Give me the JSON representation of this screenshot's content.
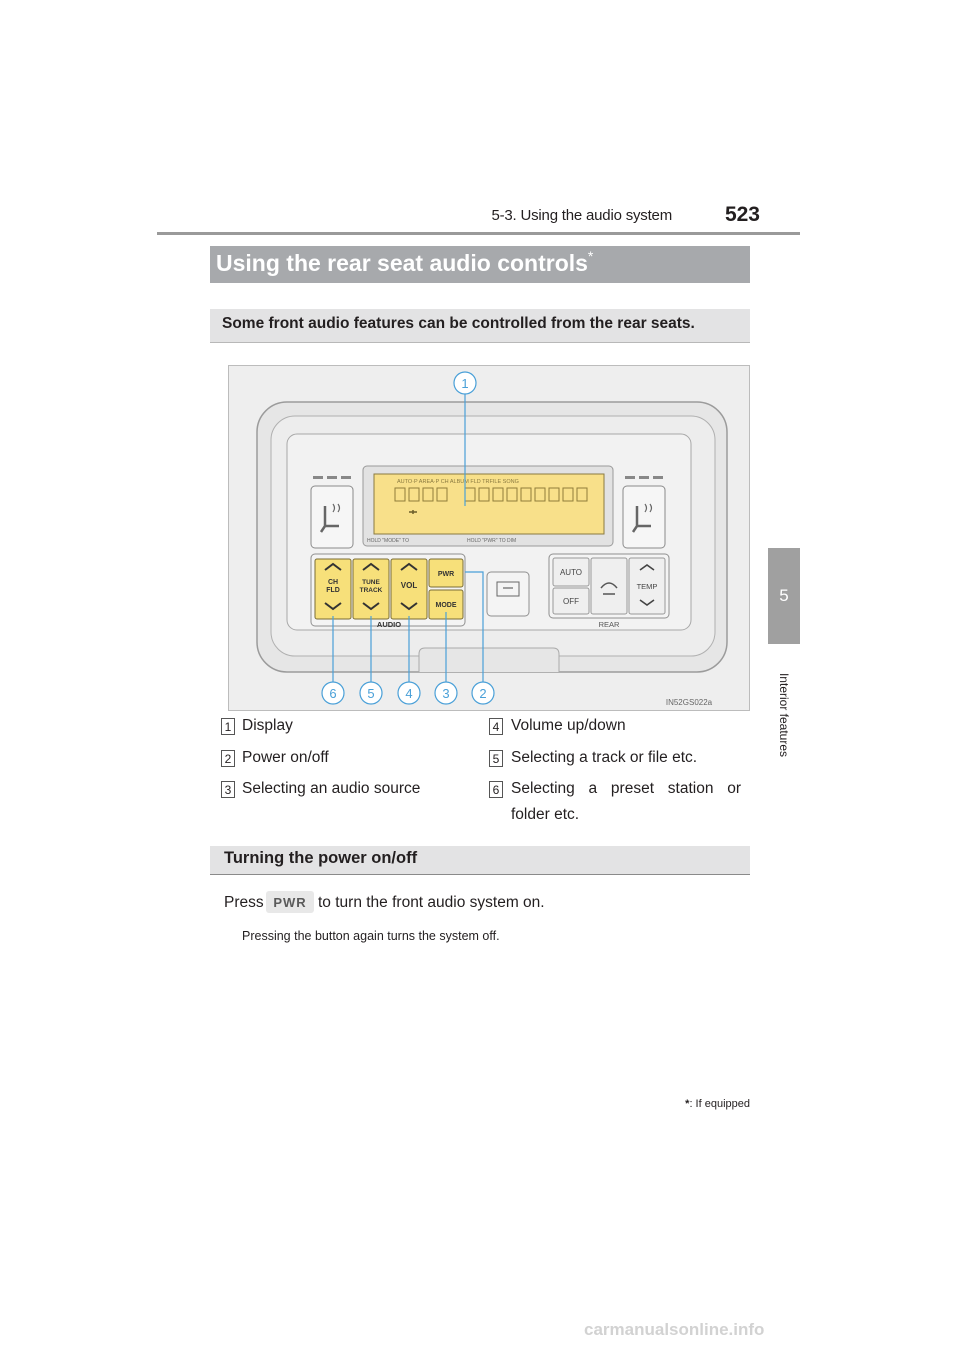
{
  "header": {
    "section": "5-3. Using the audio system",
    "page_number": "523"
  },
  "side_tab": {
    "number": "5",
    "label": "Interior features"
  },
  "title": {
    "text": "Using the rear seat audio controls",
    "marker": "*"
  },
  "intro": "Some front audio features can be controlled from the rear seats.",
  "figure": {
    "display_top": "AUTO·P AREA·P CH ALBUM FLD TRFILE SONG",
    "display_hint_left": "HOLD \"MODE\" TO",
    "display_hint_right": "HOLD \"PWR\" TO  DIM",
    "btn_ch": "CH",
    "btn_fld": "FLD",
    "btn_tune": "TUNE",
    "btn_track": "TRACK",
    "btn_vol": "VOL",
    "btn_pwr": "PWR",
    "btn_mode": "MODE",
    "btn_auto": "AUTO",
    "btn_off": "OFF",
    "btn_temp": "TEMP",
    "label_audio": "AUDIO",
    "label_rear": "REAR",
    "callout_top": "1",
    "callouts_bottom": [
      "6",
      "5",
      "4",
      "3",
      "2"
    ],
    "code": "IN52GS022a"
  },
  "legend": [
    {
      "num": "1",
      "text": "Display"
    },
    {
      "num": "2",
      "text": "Power on/off"
    },
    {
      "num": "3",
      "text": "Selecting an audio source"
    },
    {
      "num": "4",
      "text": "Volume up/down"
    },
    {
      "num": "5",
      "text": "Selecting a track or file etc."
    },
    {
      "num": "6",
      "text": "Selecting a preset station or",
      "text2": "folder etc."
    }
  ],
  "section2": {
    "heading": "Turning the power on/off",
    "press_word": "Press",
    "key_label": "PWR",
    "press_rest": "to turn the front audio system on.",
    "note": "Pressing the button again turns the system off."
  },
  "footnote": {
    "marker": "*",
    "text": ": If equipped"
  },
  "watermark": "carmanualsonline.info"
}
